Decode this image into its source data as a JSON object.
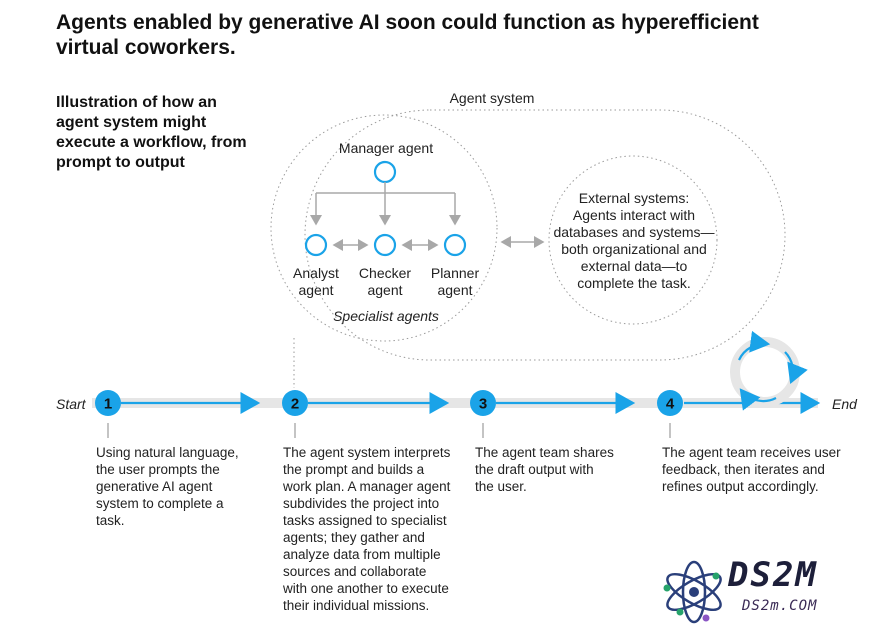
{
  "title": "Agents enabled by generative AI soon could function as hyperefficient virtual coworkers.",
  "subtitle": "Illustration of how an agent system might execute a workflow, from prompt to output",
  "agent_system": {
    "label": "Agent system",
    "manager": "Manager agent",
    "specialists": [
      {
        "line1": "Analyst",
        "line2": "agent"
      },
      {
        "line1": "Checker",
        "line2": "agent"
      },
      {
        "line1": "Planner",
        "line2": "agent"
      }
    ],
    "specialists_caption": "Specialist agents",
    "external_lines": [
      "External systems:",
      "Agents interact with",
      "databases and systems—",
      "both organizational and",
      "external data—to",
      "complete the task."
    ]
  },
  "timeline": {
    "start_label": "Start",
    "end_label": "End",
    "steps": [
      {
        "number": "1",
        "lines": [
          "Using natural language,",
          "the user prompts the",
          "generative AI agent",
          "system to complete a",
          "task."
        ]
      },
      {
        "number": "2",
        "lines": [
          "The agent system interprets",
          "the prompt and builds a",
          "work plan. A manager agent",
          "subdivides the project into",
          "tasks assigned to specialist",
          "agents; they gather and",
          "analyze data from multiple",
          "sources and collaborate",
          "with one another to execute",
          "their individual missions."
        ]
      },
      {
        "number": "3",
        "lines": [
          "The agent team shares",
          "the draft output with",
          "the user."
        ]
      },
      {
        "number": "4",
        "lines": [
          "The agent team receives user",
          "feedback, then iterates and",
          "refines output accordingly."
        ]
      }
    ]
  },
  "watermark": {
    "main": "DS2M",
    "sub": "DS2m.COM"
  },
  "colors": {
    "accent": "#1aa3e8",
    "track": "#e6e6e6",
    "dotted": "#9a9a9a",
    "connector": "#a8a8a8"
  }
}
